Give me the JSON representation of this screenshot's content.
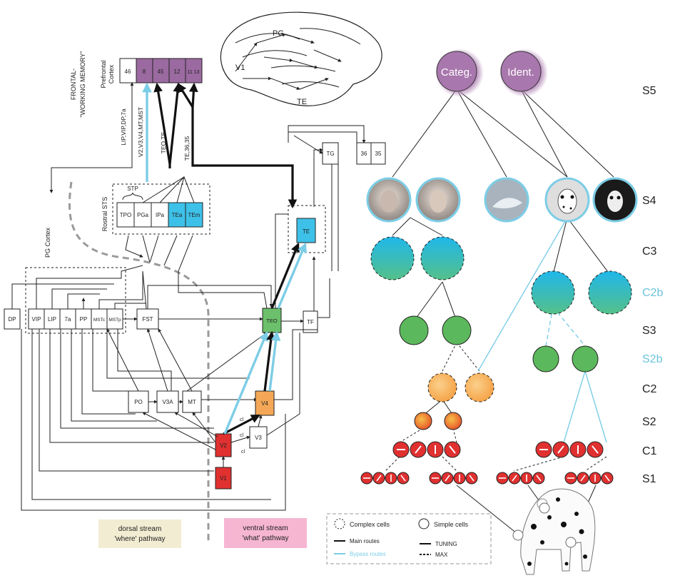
{
  "brain": {
    "labels": {
      "pg": "PG",
      "v1": "V1",
      "te": "TE"
    },
    "frontal_title": [
      "FRONTAL-",
      "\"WORKING MEMORY\""
    ],
    "prefrontal": [
      "Prefrontal",
      "Cortex"
    ],
    "pf_boxes": [
      "46",
      "8",
      "45",
      "12",
      "11 13"
    ],
    "pg_cortex": "PG Cortex",
    "rostral_sts": "Rostral STS",
    "stp": "STP",
    "sts_boxes": [
      "TPO",
      "PGa",
      "IPa",
      "TEa",
      "TEm"
    ],
    "vert_labels": {
      "lip": "LIP,VIP,DP,7a",
      "v2v3": "V2,V3,V4,MT,MST",
      "teo": "TEO,TE",
      "te36": "TE,36,35"
    },
    "top_right": [
      "TG",
      "36",
      "35"
    ],
    "te_box": "TE",
    "dorsal_row": [
      "DP",
      "VIP",
      "LIP",
      "7a",
      "PP",
      "MSTc",
      "MSTp"
    ],
    "fst": "FST",
    "teo": "TEO",
    "tf": "TF",
    "mid_row": [
      "PO",
      "V3A",
      "MT"
    ],
    "v4": "V4",
    "v3": "V3",
    "v2": "V2",
    "v1box": "V1",
    "small_marks": [
      "cl",
      "cl",
      "cl"
    ],
    "dorsal_stream": [
      "dorsal stream",
      "'where' pathway"
    ],
    "ventral_stream": [
      "ventral stream",
      "'what' pathway"
    ]
  },
  "model": {
    "top_nodes": [
      "Categ.",
      "Ident."
    ],
    "layers": [
      "S5",
      "S4",
      "C3",
      "C2b",
      "S3",
      "S2b",
      "C2",
      "S2",
      "C1",
      "S1"
    ],
    "legend": {
      "complex": "Complex cells",
      "simple": "Simple cells",
      "main": "Main routes",
      "bypass": "Bypass routes",
      "tuning": "TUNING",
      "max": "MAX"
    }
  },
  "colors": {
    "purple": "#9b5e9d",
    "cyan": "#3ec1e8",
    "green": "#5cb85c",
    "orange": "#f5a54a",
    "red": "#e03030",
    "teo_green": "#6cc06c",
    "v4_orange": "#f4a857",
    "bypass": "#7ccde6",
    "dorsal_bg": "#f2ecd2",
    "ventral_bg": "#f6b6d2"
  }
}
